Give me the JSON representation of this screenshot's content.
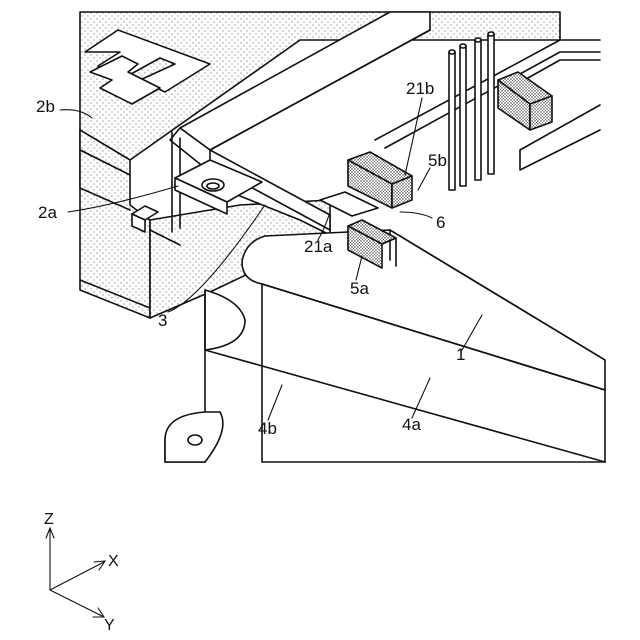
{
  "labels": {
    "l2b": "2b",
    "l2a": "2a",
    "l3": "3",
    "l21b": "21b",
    "l5b": "5b",
    "l6": "6",
    "l21a": "21a",
    "l5a": "5a",
    "l1": "1",
    "l4b": "4b",
    "l4a": "4a"
  },
  "axes": {
    "z": "Z",
    "x": "X",
    "y": "Y"
  }
}
